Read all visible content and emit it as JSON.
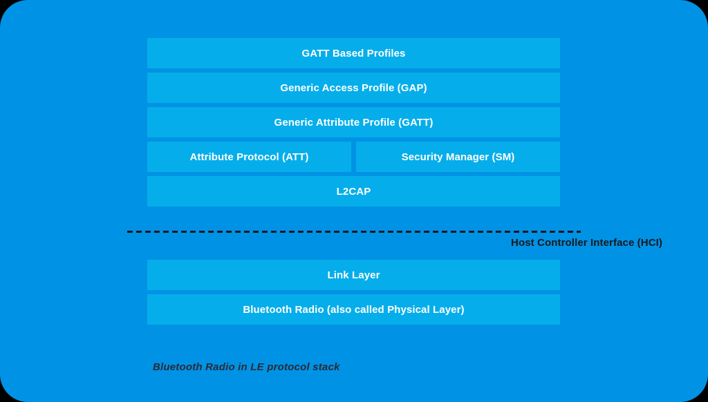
{
  "diagram": {
    "title": "Bluetooth Radio in LE protocol stack",
    "background_color": "#0092e4",
    "box_color": "#05aeea",
    "box_text_color": "#ffffff",
    "accent_dark_color": "#17181f",
    "caption_color": "#2a2a35",
    "host_stack": {
      "rows": [
        {
          "boxes": [
            {
              "label": "GATT Based Profiles"
            }
          ]
        },
        {
          "boxes": [
            {
              "label": "Generic Access Profile (GAP)"
            }
          ]
        },
        {
          "boxes": [
            {
              "label": "Generic Attribute Profile (GATT)"
            }
          ]
        },
        {
          "boxes": [
            {
              "label": "Attribute Protocol (ATT)"
            },
            {
              "label": "Security Manager (SM)"
            }
          ]
        },
        {
          "boxes": [
            {
              "label": "L2CAP"
            }
          ]
        }
      ]
    },
    "divider": {
      "label": "Host Controller Interface (HCI)",
      "style": "dashed"
    },
    "controller_stack": {
      "rows": [
        {
          "boxes": [
            {
              "label": "Link Layer"
            }
          ]
        },
        {
          "boxes": [
            {
              "label": "Bluetooth Radio (also called Physical Layer)"
            }
          ]
        }
      ]
    }
  }
}
